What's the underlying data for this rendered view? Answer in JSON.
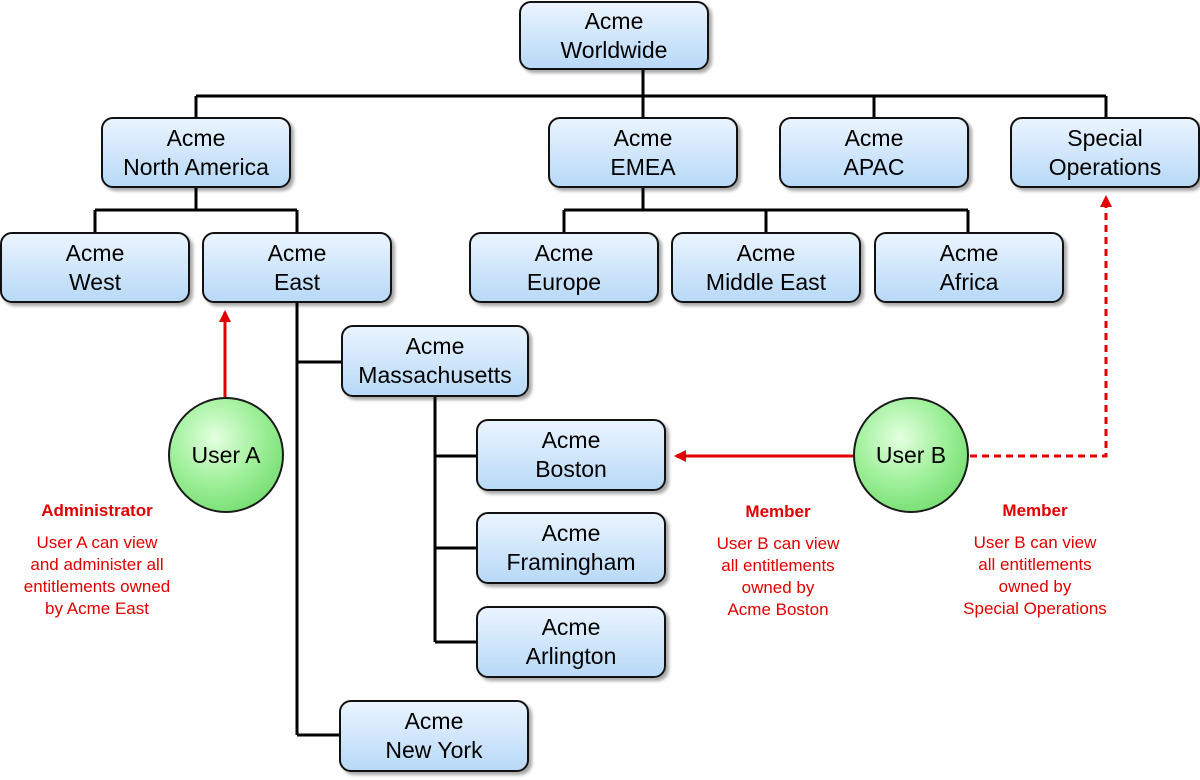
{
  "nodes": {
    "worldwide": [
      "Acme",
      "Worldwide"
    ],
    "north_america": [
      "Acme",
      "North America"
    ],
    "emea": [
      "Acme",
      "EMEA"
    ],
    "apac": [
      "Acme",
      "APAC"
    ],
    "special_ops": [
      "Special",
      "Operations"
    ],
    "west": [
      "Acme",
      "West"
    ],
    "east": [
      "Acme",
      "East"
    ],
    "europe": [
      "Acme",
      "Europe"
    ],
    "middle_east": [
      "Acme",
      "Middle East"
    ],
    "africa": [
      "Acme",
      "Africa"
    ],
    "massachusetts": [
      "Acme",
      "Massachusetts"
    ],
    "boston": [
      "Acme",
      "Boston"
    ],
    "framingham": [
      "Acme",
      "Framingham"
    ],
    "arlington": [
      "Acme",
      "Arlington"
    ],
    "new_york": [
      "Acme",
      "New York"
    ]
  },
  "users": {
    "user_a": "User A",
    "user_b": "User B"
  },
  "notes": {
    "admin_a": {
      "role": "Administrator",
      "lines": [
        "User A can view",
        "and administer all",
        "entitlements owned",
        "by Acme East"
      ]
    },
    "member_b_boston": {
      "role": "Member",
      "lines": [
        "User B can view",
        "all entitlements",
        "owned by",
        "Acme Boston"
      ]
    },
    "member_b_special": {
      "role": "Member",
      "lines": [
        "User B can view",
        "all entitlements",
        "owned by",
        "Special Operations"
      ]
    }
  },
  "colors": {
    "annotation": "#e00000",
    "connector": "#000000",
    "node_fill_top": "#eaf4ff",
    "node_fill_bottom": "#b8d9f7",
    "user_fill": "#7ee27a"
  }
}
